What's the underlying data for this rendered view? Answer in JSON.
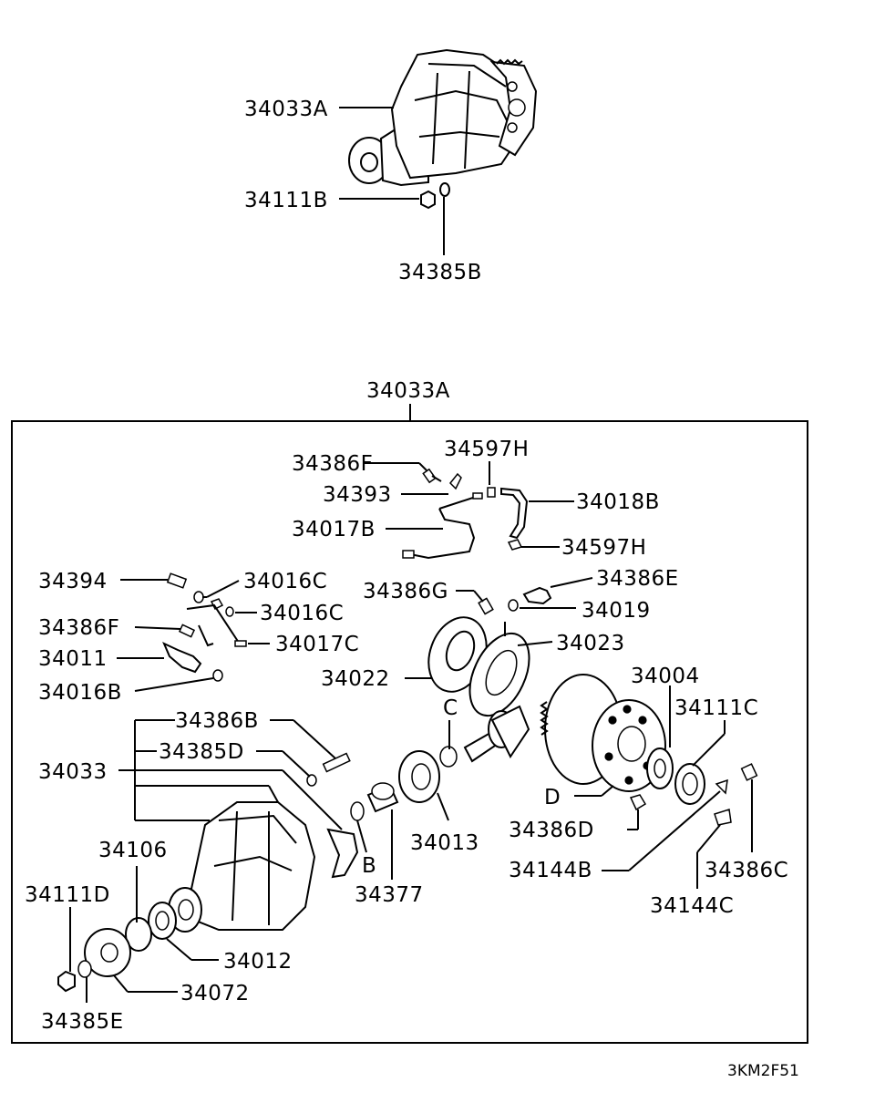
{
  "diagram": {
    "footer_code": "3KM2F51",
    "top_labels": {
      "housing": "34033A",
      "nut": "34111B",
      "washer": "34385B"
    },
    "box_title": "34033A",
    "labels": {
      "l_34386F_a": "34386F",
      "l_34597H_a": "34597H",
      "l_34393": "34393",
      "l_34018B": "34018B",
      "l_34017B": "34017B",
      "l_34597H_b": "34597H",
      "l_34394": "34394",
      "l_34016C_a": "34016C",
      "l_34386G": "34386G",
      "l_34386E": "34386E",
      "l_34016C_b": "34016C",
      "l_34019": "34019",
      "l_34386F_b": "34386F",
      "l_34017C": "34017C",
      "l_34023": "34023",
      "l_34011": "34011",
      "l_34022": "34022",
      "l_34004": "34004",
      "l_34016B": "34016B",
      "l_34111C": "34111C",
      "l_34386B": "34386B",
      "l_C": "C",
      "l_34385D": "34385D",
      "l_34033": "34033",
      "l_D": "D",
      "l_34386D": "34386D",
      "l_34013": "34013",
      "l_B": "B",
      "l_34106": "34106",
      "l_34144B": "34144B",
      "l_34386C": "34386C",
      "l_34377": "34377",
      "l_34111D": "34111D",
      "l_34144C": "34144C",
      "l_34012": "34012",
      "l_34072": "34072",
      "l_34385E": "34385E"
    }
  }
}
